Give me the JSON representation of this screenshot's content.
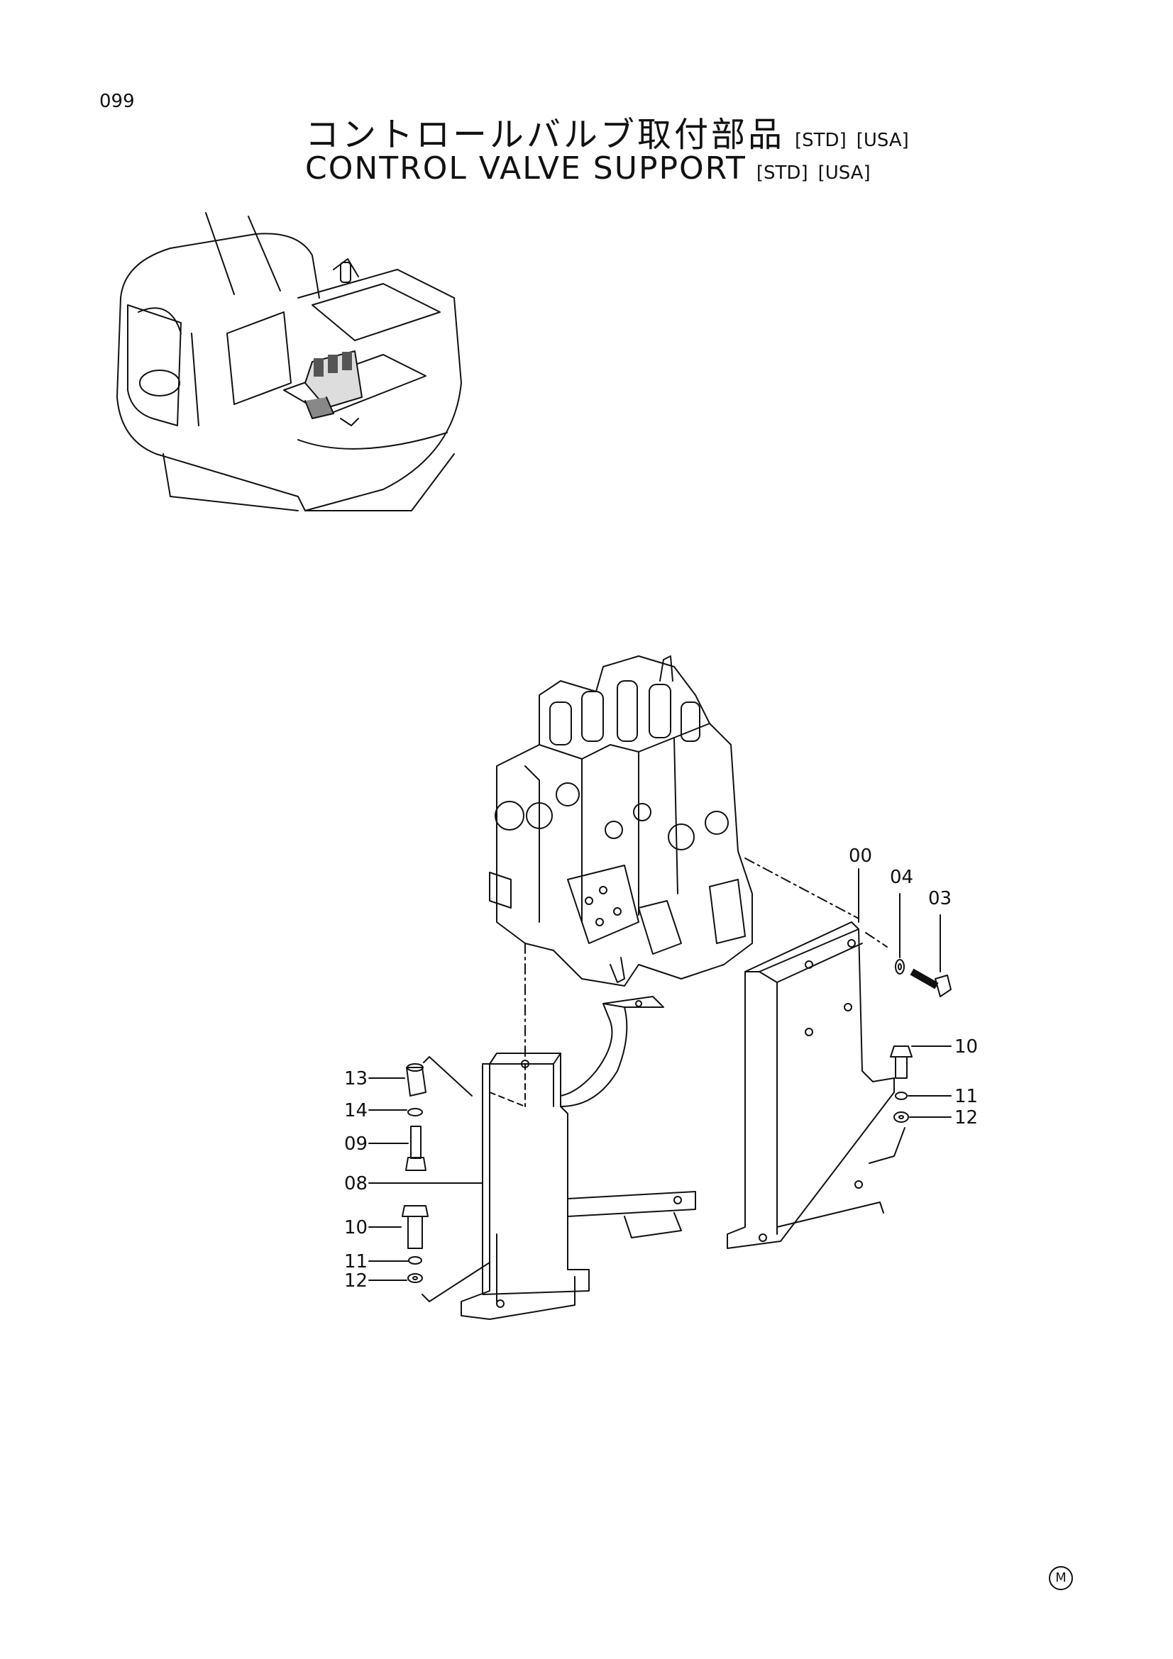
{
  "page_number": "099",
  "title_jp": "コントロールバルブ取付部品",
  "title_en": "CONTROL VALVE SUPPORT",
  "tags": [
    "[STD]",
    "[USA]"
  ],
  "callouts": [
    "00",
    "04",
    "03",
    "10",
    "11",
    "12",
    "13",
    "14",
    "09",
    "08",
    "10",
    "11",
    "12"
  ],
  "mark": "M"
}
